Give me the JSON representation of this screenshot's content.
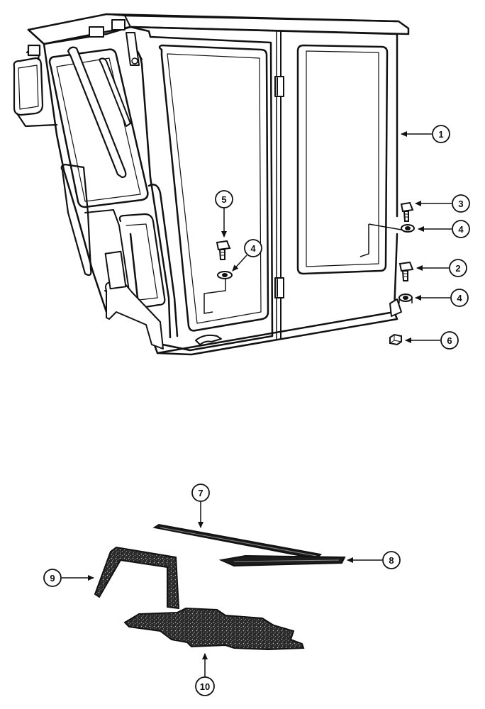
{
  "colors": {
    "ink": "#111111",
    "paper": "#ffffff",
    "pad_fill": "#333333"
  },
  "callouts": [
    {
      "id": "c1",
      "label": "1",
      "part": "cab-assembly"
    },
    {
      "id": "c3",
      "label": "3",
      "part": "bolt-upper"
    },
    {
      "id": "c4a",
      "label": "4",
      "part": "washer-upper"
    },
    {
      "id": "c5",
      "label": "5",
      "part": "bolt-inner"
    },
    {
      "id": "c4b",
      "label": "4",
      "part": "washer-inner"
    },
    {
      "id": "c2",
      "label": "2",
      "part": "bolt-lower"
    },
    {
      "id": "c4c",
      "label": "4",
      "part": "washer-lower"
    },
    {
      "id": "c6",
      "label": "6",
      "part": "nut"
    },
    {
      "id": "c7",
      "label": "7",
      "part": "seal-strip-long"
    },
    {
      "id": "c8",
      "label": "8",
      "part": "seal-strip-short"
    },
    {
      "id": "c9",
      "label": "9",
      "part": "insulation-pad-arch"
    },
    {
      "id": "c10",
      "label": "10",
      "part": "floor-mat"
    }
  ]
}
